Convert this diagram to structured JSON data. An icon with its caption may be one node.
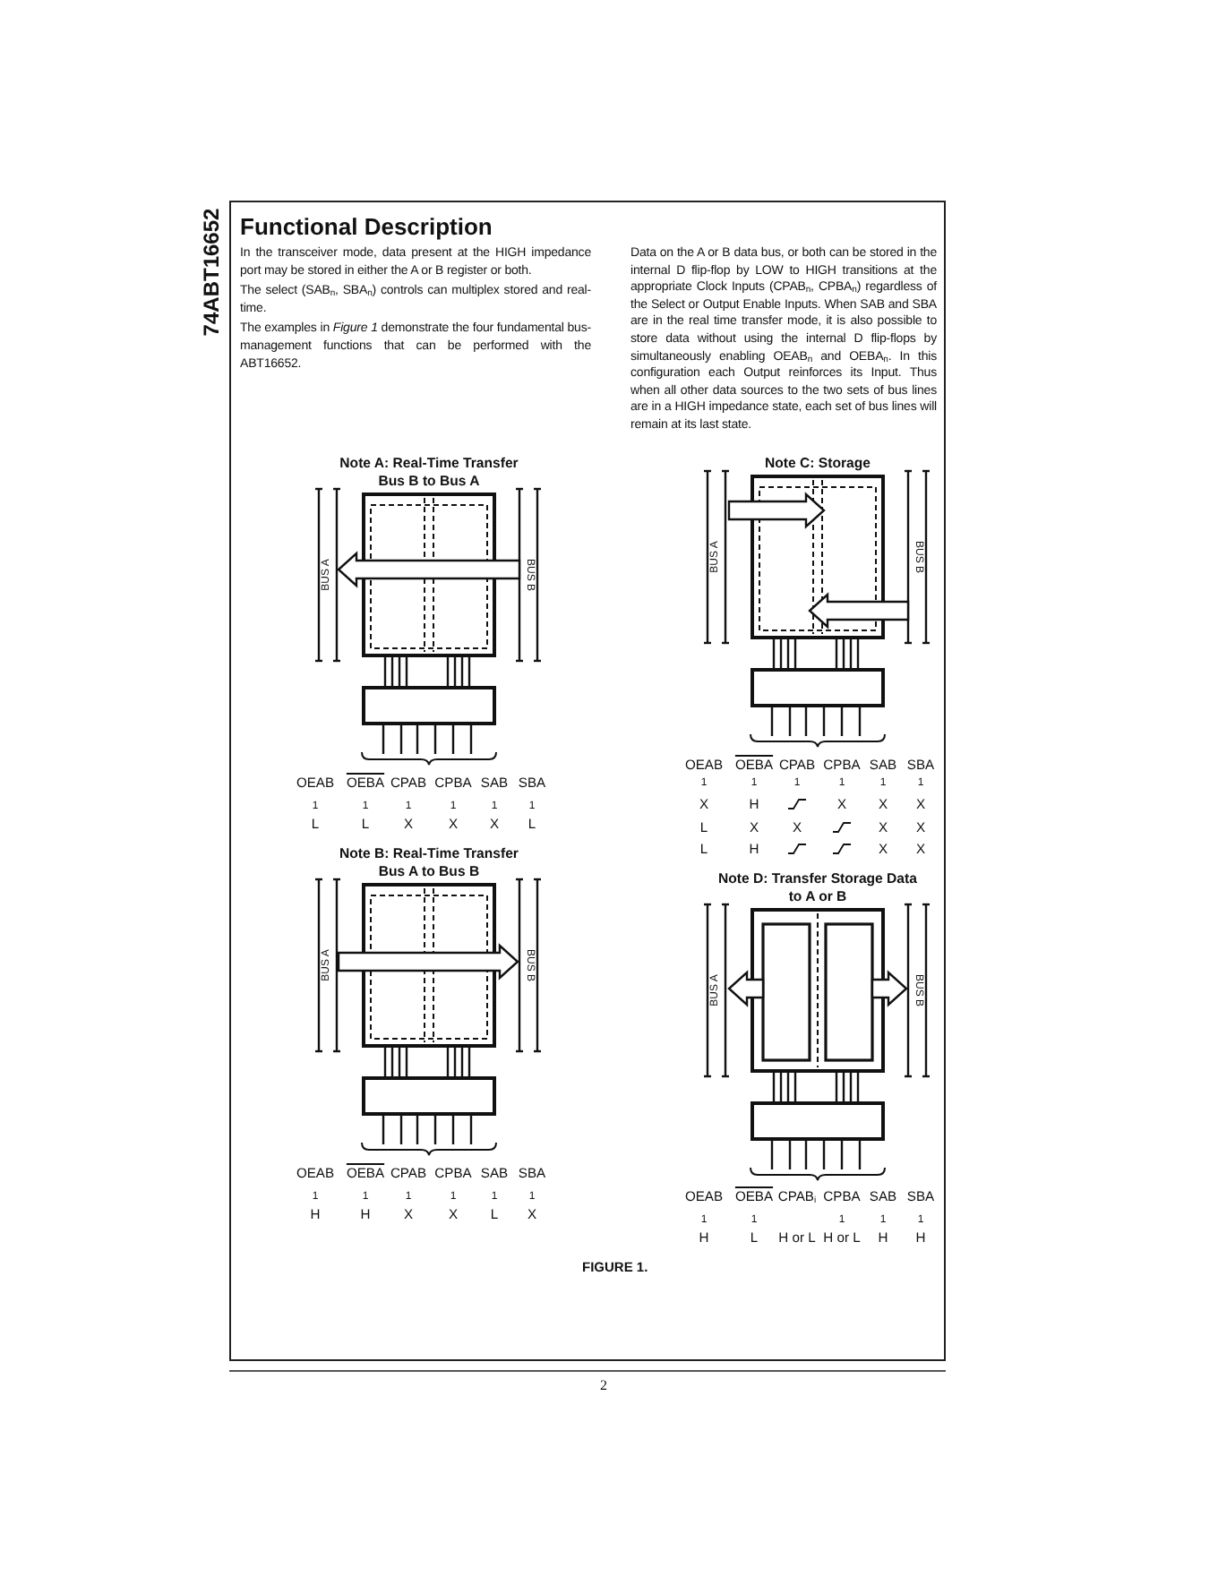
{
  "diagram": {
    "title": "Functional Description",
    "caption": "FIGURE 1.",
    "labels": [
      "74ABT16652",
      "In the transceiver mode, data present at the HIGH impedance port may be stored in either the A or B register or both.",
      "The select (SAB$_{n}$, SBA$_{n}$) controls can multiplex stored and real-time.",
      "The examples in *Figure 1* demonstrate the four fundamental bus-management functions that can be performed with the ABT16652.",
      "Data on the A or B data bus, or both can be stored in the internal D flip-flop by LOW to HIGH transitions at the appropriate Clock Inputs (CPAB$_{n}$, CPBA$_{n}$) regardless of the Select or Output Enable Inputs. When SAB and SBA are in the real time transfer mode, it is also possible to store data without using the internal D flip-flops by simultaneously enabling OEAB$_{n}$ and OEBA$_{n}$. In this configuration each Output reinforces its Input. Thus when all other data sources to the two sets of bus lines are in a HIGH impedance state, each set of bus lines will remain at its last state.",
      "Note A: Real-Time Transfer Bus B to Bus A",
      "BUS A",
      "BUS B",
      "OEAB",
      "OEBA",
      "CPAB",
      "CPBA",
      "SAB",
      "SBA",
      "1",
      "1",
      "1",
      "1",
      "1",
      "1",
      "L",
      "L",
      "X",
      "X",
      "X",
      "L",
      "Note C: Storage",
      "BUS A",
      "BUS B",
      "OEAB",
      "OEBA",
      "CPAB",
      "CPBA",
      "SAB",
      "SBA",
      "1",
      "1",
      "1",
      "1",
      "1",
      "1",
      "X",
      "H",
      "X",
      "X",
      "X",
      "L",
      "X",
      "X",
      "X",
      "X",
      "L",
      "H",
      "X",
      "X",
      "Note B: Real-Time Transfer Bus A to Bus B",
      "BUS A",
      "BUS B",
      "OEAB",
      "OEBA",
      "CPAB",
      "CPBA",
      "SAB",
      "SBA",
      "1",
      "1",
      "1",
      "1",
      "1",
      "1",
      "H",
      "H",
      "X",
      "X",
      "L",
      "X",
      "Note D: Transfer Storage Data to A or B",
      "BUS A",
      "BUS B",
      "OEAB",
      "OEBA",
      "CPAB$_{i}$",
      "CPBA",
      "SAB",
      "SBA",
      "1",
      "1",
      "1",
      "1",
      "1",
      "H",
      "L",
      "H or L",
      "H or L",
      "H",
      "H",
      "2"
    ]
  }
}
